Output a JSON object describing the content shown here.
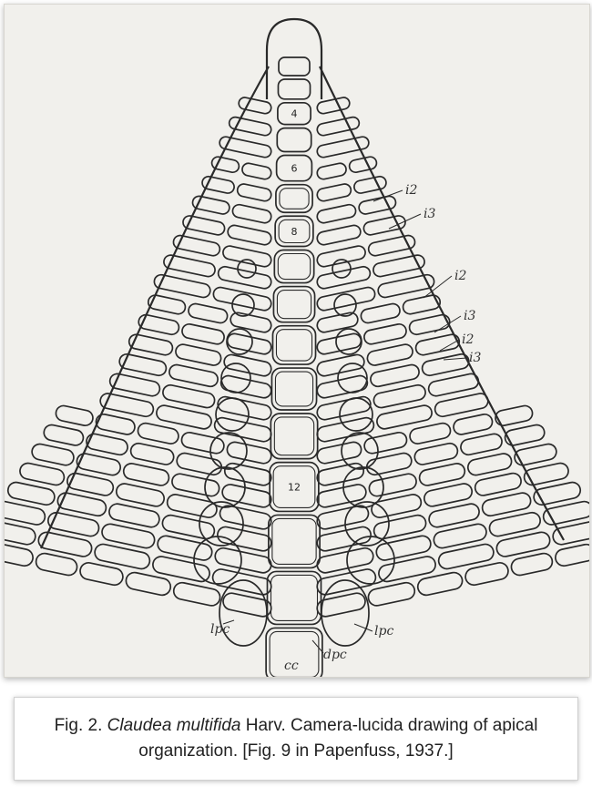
{
  "figure": {
    "cell_numbers": [
      "4",
      "6",
      "8",
      "12"
    ],
    "labels": {
      "i2": "i2",
      "i3": "i3",
      "lpc": "lpc",
      "cc": "cc",
      "dpc": "dpc"
    },
    "ink_color": "#2a2a2a",
    "paper_color": "#f1f0ec"
  },
  "caption": {
    "prefix": "Fig. 2. ",
    "species": "Claudea multifida",
    "authority_and_text": " Harv. Camera-lucida drawing of apical organization. [Fig. 9 in Papenfuss, 1937.]"
  }
}
